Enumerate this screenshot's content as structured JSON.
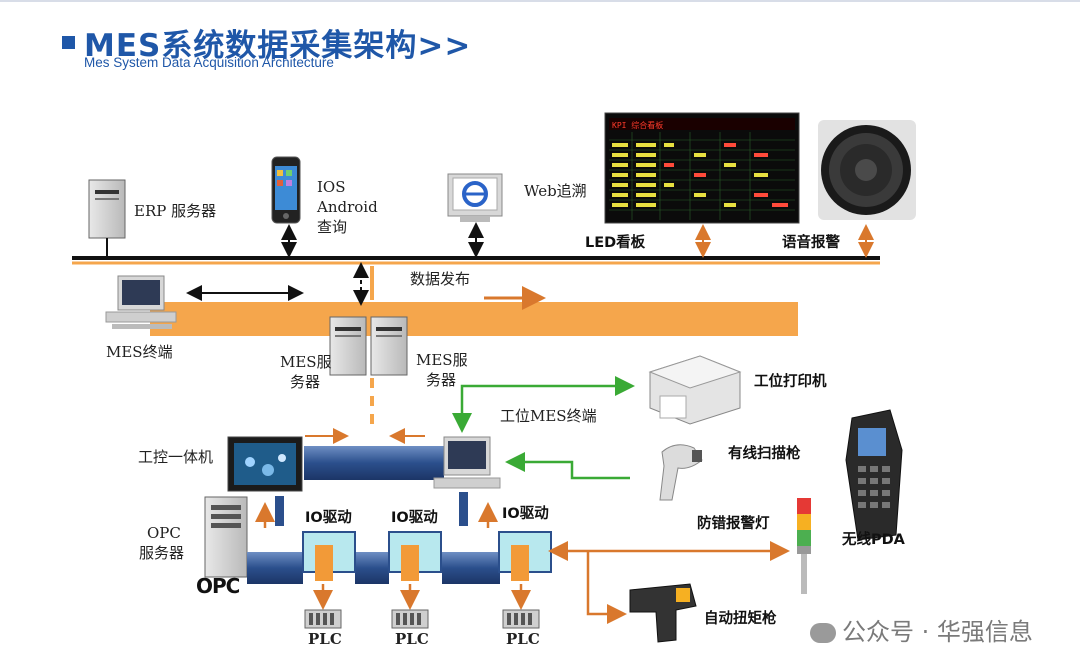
{
  "header": {
    "title": "MES系统数据采集架构>>",
    "subtitle": "Mes System Data Acquisition Architecture"
  },
  "labels": {
    "erp_server": "ERP 服务器",
    "ios": "IOS",
    "android": "Android",
    "query": "查询",
    "web_trace": "Web追溯",
    "led_board": "LED看板",
    "voice_alarm": "语音报警",
    "data_publish": "数据发布",
    "mes_terminal": "MES终端",
    "mes_server_1_line1": "MES服",
    "mes_server_1_line2": "务器",
    "mes_server_2_line1": "MES服",
    "mes_server_2_line2": "务器",
    "station_printer": "工位打印机",
    "station_mes_terminal": "工位MES终端",
    "wired_scanner": "有线扫描枪",
    "ipc": "工控一体机",
    "io_driver_1": "IO驱动",
    "io_driver_2": "IO驱动",
    "io_driver_3": "IO驱动",
    "opc_line1": "OPC",
    "opc_line2": "服务器",
    "opc_logo": "OPC",
    "anti_error_light": "防错报警灯",
    "wireless_pda": "无线PDA",
    "torque_gun": "自动扭矩枪",
    "plc_1": "PLC",
    "plc_2": "PLC",
    "plc_3": "PLC"
  },
  "watermark": "公众号 · 华强信息",
  "led_screen": {
    "title": "KPI 综合看板"
  },
  "colors": {
    "title_blue": "#1f57a8",
    "orange_bus": "#f5a64c",
    "navy_bus": "#2b4f8c",
    "green_arrow": "#3aaa35",
    "orange_arrow": "#d9782d",
    "black_line": "#111111"
  },
  "icons": [
    "server-icon",
    "phone-icon",
    "monitor-icon",
    "led-board-icon",
    "speaker-icon",
    "printer-icon",
    "scanner-icon",
    "pda-icon",
    "signal-tower-icon",
    "torque-gun-icon",
    "plc-icon",
    "io-driver-icon",
    "panel-pc-icon"
  ]
}
